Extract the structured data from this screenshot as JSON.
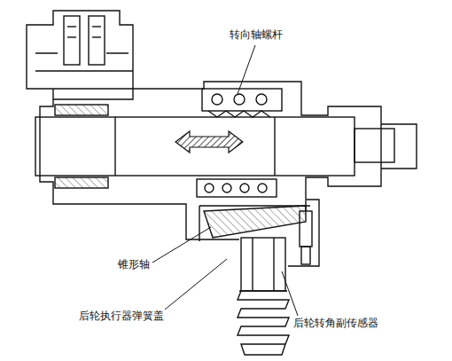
{
  "diagram": {
    "labels": [
      "转向轴螺杆",
      "锥形轴",
      "后轮执行器弹簧盖",
      "后轮转角副传感器"
    ]
  }
}
